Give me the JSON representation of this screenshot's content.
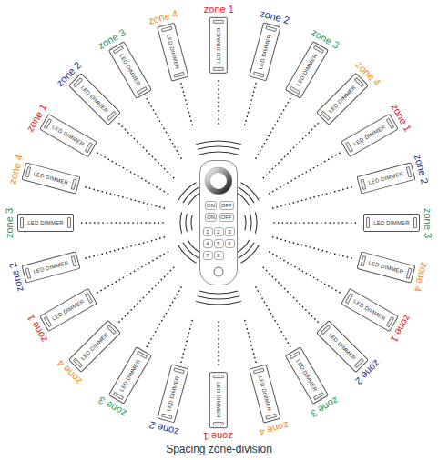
{
  "diagram": {
    "caption": "Spacing zone-division",
    "nodes": [
      {
        "text": [
          "zone 1",
          "LED DIMMER"
        ]
      },
      {
        "text": [
          "zone 2",
          "LED DIMMER"
        ]
      },
      {
        "text": [
          "zone 3",
          "LED DIMMER"
        ]
      },
      {
        "text": [
          "zone 4",
          "LED DIMMER"
        ]
      },
      {
        "text": [
          "zone 1",
          "LED DIMMER"
        ]
      },
      {
        "text": [
          "zone 2",
          "LED DIMMER"
        ]
      },
      {
        "text": [
          "zone 3",
          "LED DIMMER"
        ]
      },
      {
        "text": [
          "zone 4",
          "LED DIMMER"
        ]
      },
      {
        "text": [
          "zone 1",
          "LED DIMMER"
        ]
      },
      {
        "text": [
          "zone 2",
          "LED DIMMER"
        ]
      },
      {
        "text": [
          "zone 3",
          "LED DIMMER"
        ]
      },
      {
        "text": [
          "zone 4",
          "LED DIMMER"
        ]
      },
      {
        "text": [
          "zone 1",
          "LED DIMMER"
        ]
      },
      {
        "text": [
          "zone 2",
          "LED DIMMER"
        ]
      },
      {
        "text": [
          "zone 3",
          "LED DIMMER"
        ]
      },
      {
        "text": [
          "zone 4",
          "LED DIMMER"
        ]
      },
      {
        "text": [
          "zone 1",
          "LED DIMMER"
        ]
      },
      {
        "text": [
          "zone 2",
          "LED DIMMER"
        ]
      },
      {
        "text": [
          "zone 3",
          "LED DIMMER"
        ]
      },
      {
        "text": [
          "zone 4",
          "LED DIMMER"
        ]
      },
      {
        "text": [
          "zone 1",
          "LED DIMMER"
        ]
      },
      {
        "text": [
          "zone 2",
          "LED DIMMER"
        ]
      },
      {
        "text": [
          "zone 3",
          "LED DIMMER"
        ]
      },
      {
        "text": [
          "zone 4",
          "LED DIMMER"
        ]
      },
      {
        "text": [
          "ON",
          "OFF",
          "ON",
          "OFF",
          "1",
          "2",
          "3",
          "4",
          "5",
          "6",
          "7",
          "8"
        ]
      }
    ],
    "edges": [
      {
        "from": 24,
        "to": 0,
        "arrow": "none"
      },
      {
        "from": 24,
        "to": 1,
        "arrow": "none"
      },
      {
        "from": 24,
        "to": 2,
        "arrow": "none"
      },
      {
        "from": 24,
        "to": 3,
        "arrow": "none"
      },
      {
        "from": 24,
        "to": 4,
        "arrow": "none"
      },
      {
        "from": 24,
        "to": 5,
        "arrow": "none"
      },
      {
        "from": 24,
        "to": 6,
        "arrow": "none"
      },
      {
        "from": 24,
        "to": 7,
        "arrow": "none"
      },
      {
        "from": 24,
        "to": 8,
        "arrow": "none"
      },
      {
        "from": 24,
        "to": 9,
        "arrow": "none"
      },
      {
        "from": 24,
        "to": 10,
        "arrow": "none"
      },
      {
        "from": 24,
        "to": 11,
        "arrow": "none"
      },
      {
        "from": 24,
        "to": 12,
        "arrow": "none"
      },
      {
        "from": 24,
        "to": 13,
        "arrow": "none"
      },
      {
        "from": 24,
        "to": 14,
        "arrow": "none"
      },
      {
        "from": 24,
        "to": 15,
        "arrow": "none"
      },
      {
        "from": 24,
        "to": 16,
        "arrow": "none"
      },
      {
        "from": 24,
        "to": 17,
        "arrow": "none"
      },
      {
        "from": 24,
        "to": 18,
        "arrow": "none"
      },
      {
        "from": 24,
        "to": 19,
        "arrow": "none"
      },
      {
        "from": 24,
        "to": 20,
        "arrow": "none"
      },
      {
        "from": 24,
        "to": 21,
        "arrow": "none"
      },
      {
        "from": 24,
        "to": 22,
        "arrow": "none"
      },
      {
        "from": 24,
        "to": 23,
        "arrow": "none"
      }
    ]
  }
}
